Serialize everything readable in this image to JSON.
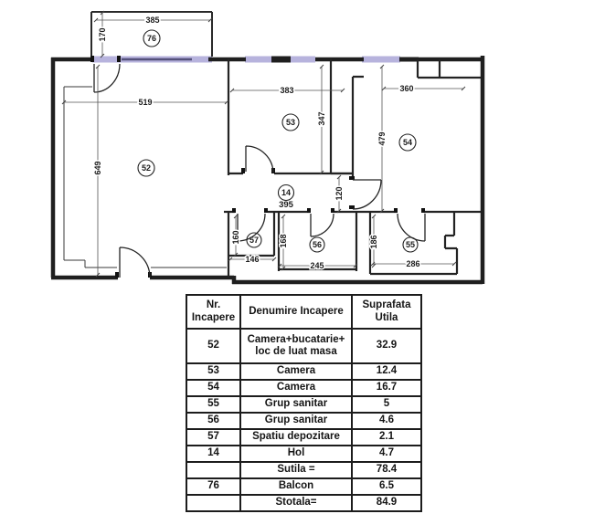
{
  "plan": {
    "rooms": {
      "balcony": "76",
      "living": "52",
      "camera1": "53",
      "camera2": "54",
      "hol": "14",
      "depozitare": "57",
      "sanitar1": "56",
      "sanitar2": "55"
    },
    "dims": {
      "balcony_w": "385",
      "balcony_h": "170",
      "living_w": "519",
      "living_h": "649",
      "camera1_w": "383",
      "camera1_h": "347",
      "camera2_w": "360",
      "camera2_h": "479",
      "hol_w": "395",
      "hol_h": "120",
      "dep_h": "160",
      "dep_w": "146",
      "san1_h": "168",
      "san1_w": "245",
      "san2_h": "186",
      "san2_w": "286"
    },
    "colors": {
      "window": "#b7b3dd",
      "window_core": "#55527c",
      "wall": "#1f1f1f"
    }
  },
  "table": {
    "headers": {
      "nr": "Nr. Incapere",
      "name": "Denumire Incapere",
      "area": "Suprafata Utila"
    },
    "rows": [
      {
        "nr": "52",
        "name": "Camera+bucatarie+ loc de luat masa",
        "area": "32.9"
      },
      {
        "nr": "53",
        "name": "Camera",
        "area": "12.4"
      },
      {
        "nr": "54",
        "name": "Camera",
        "area": "16.7"
      },
      {
        "nr": "55",
        "name": "Grup sanitar",
        "area": "5"
      },
      {
        "nr": "56",
        "name": "Grup sanitar",
        "area": "4.6"
      },
      {
        "nr": "57",
        "name": "Spatiu depozitare",
        "area": "2.1"
      },
      {
        "nr": "14",
        "name": "Hol",
        "area": "4.7"
      },
      {
        "nr": "",
        "name": "Sutila =",
        "area": "78.4"
      },
      {
        "nr": "76",
        "name": "Balcon",
        "area": "6.5"
      },
      {
        "nr": "",
        "name": "Stotala=",
        "area": "84.9"
      }
    ]
  }
}
